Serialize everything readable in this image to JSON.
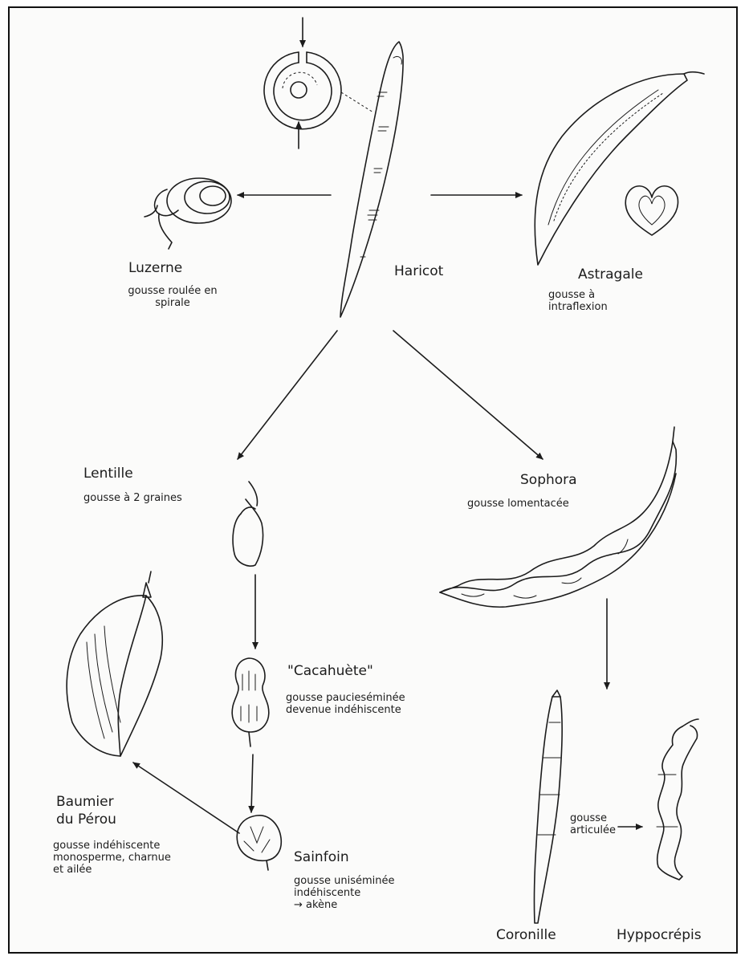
{
  "plants": {
    "haricot": {
      "name": "Haricot"
    },
    "luzerne": {
      "name": "Luzerne",
      "desc": [
        "gousse roulée en",
        "spirale"
      ]
    },
    "astragale": {
      "name": "Astragale",
      "desc": [
        "gousse  à",
        "intraflexion"
      ]
    },
    "lentille": {
      "name": "Lentille",
      "desc": [
        "gousse à 2 graines"
      ]
    },
    "sophora": {
      "name": "Sophora",
      "desc": [
        "gousse lomentacée"
      ]
    },
    "cacahuete": {
      "name": "\"Cacahuète\"",
      "desc": [
        "gousse paucieséminée",
        "devenue indéhiscente"
      ]
    },
    "baumier": {
      "name": [
        "Baumier",
        "du Pérou"
      ],
      "desc": [
        "gousse indéhiscente",
        "monosperme, charnue",
        "et ailée"
      ]
    },
    "sainfoin": {
      "name": "Sainfoin",
      "desc": [
        "gousse uniséminée",
        "indéhiscente",
        "→ akène"
      ]
    },
    "articulee": {
      "desc": [
        "gousse",
        "articulée"
      ]
    },
    "coronille": {
      "name": "Coronille"
    },
    "hyppocrepis": {
      "name": "Hyppocrépis"
    }
  }
}
